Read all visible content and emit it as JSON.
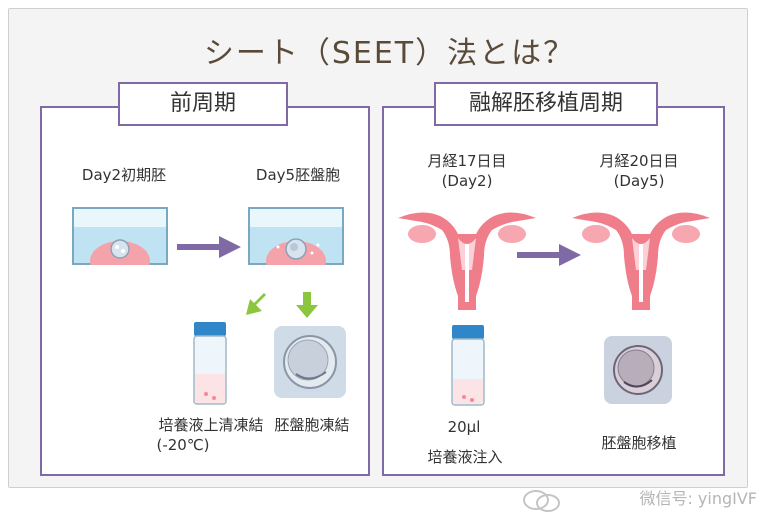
{
  "title": "シート（SEET）法とは？",
  "left_panel": {
    "label": "前周期",
    "day2_label": "Day2初期胚",
    "day5_label": "Day5胚盤胞",
    "vial_caption_line1": "培養液上清凍結",
    "vial_caption_line2": "(-20℃)",
    "embryo_caption": "胚盤胞凍結"
  },
  "right_panel": {
    "label": "融解胚移植周期",
    "day17_line1": "月経17日目",
    "day17_line2": "(Day2)",
    "day20_line1": "月経20日目",
    "day20_line2": "(Day5)",
    "volume": "20μl",
    "vial_caption": "培養液注入",
    "embryo_caption": "胚盤胞移植"
  },
  "watermark": "微信号: yingIVF",
  "colors": {
    "panel_border": "#7f6aa6",
    "arrow_purple": "#7f6aa6",
    "arrow_green": "#8cc63f",
    "uterus_pink": "#f07d8a",
    "dish_blue": "#bfe3f2",
    "vial_cap": "#2f86c9"
  }
}
